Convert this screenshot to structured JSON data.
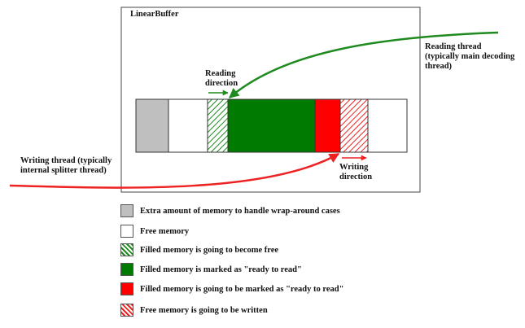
{
  "title": "LinearBuffer",
  "reading_direction": [
    "Reading",
    "direction"
  ],
  "writing_direction": [
    "Writing",
    "direction"
  ],
  "reading_thread": [
    "Reading thread",
    "(typically main decoding",
    "thread)"
  ],
  "writing_thread": [
    "Writing thread (typically",
    "internal splitter thread)"
  ],
  "colors": {
    "gray": "#bfbfbf",
    "green": "#007a00",
    "red": "#ff0000",
    "reading_arrow": "#1f8a1f",
    "writing_arrow": "#ee2222"
  },
  "legend": [
    {
      "pattern": "gray",
      "label": "Extra amount of memory to handle wrap-around cases"
    },
    {
      "pattern": "white",
      "label": "Free memory"
    },
    {
      "pattern": "green-hatch",
      "label": "Filled memory is going to become free"
    },
    {
      "pattern": "green",
      "label": "Filled memory is marked as \"ready to read\""
    },
    {
      "pattern": "red",
      "label": "Filled memory is going to be marked as \"ready to read\""
    },
    {
      "pattern": "red-hatch",
      "label": "Free memory is going to be written"
    }
  ]
}
